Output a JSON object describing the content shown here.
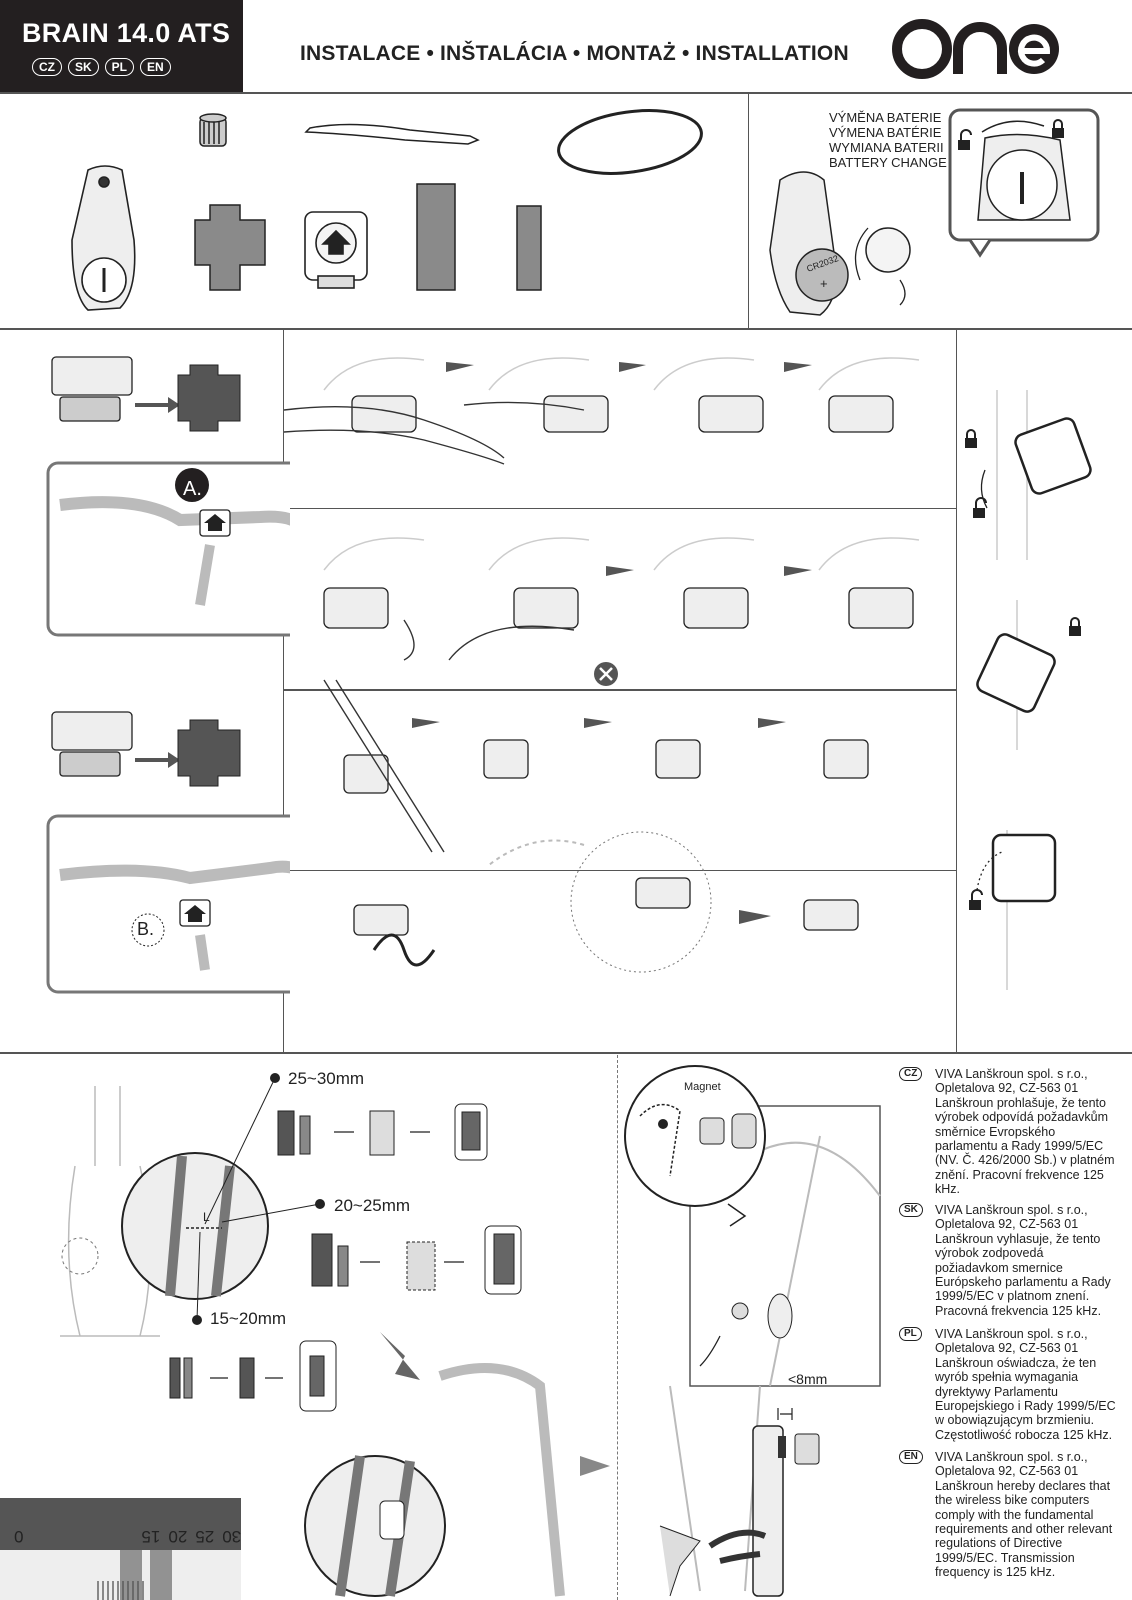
{
  "header": {
    "product_title": "BRAIN 14.0 ATS",
    "languages": [
      "CZ",
      "SK",
      "PL",
      "EN"
    ],
    "main_title": "INSTALACE • INŠTALÁCIA • MONTAŻ • INSTALLATION",
    "logo_text": "one"
  },
  "battery": {
    "lines": [
      "VÝMĚNA BATERIE",
      "VÝMENA BATÉRIE",
      "WYMIANA BATERII",
      "BATTERY CHANGE"
    ],
    "cell_label": "CR2032",
    "cell_sign": "+"
  },
  "mounting": {
    "option_a": "A.",
    "option_b": "B."
  },
  "sensor": {
    "dim_1": "25~30mm",
    "dim_2": "20~25mm",
    "dim_3": "15~20mm",
    "magnet_label": "Magnet",
    "gap_label": "<8mm",
    "l_label": "L",
    "ruler_labels": [
      "30",
      "25",
      "20",
      "15",
      "0"
    ]
  },
  "declarations": [
    {
      "lang": "CZ",
      "text": "VIVA Lanškroun spol. s r.o., Opletalova 92, CZ-563 01 Lanškroun prohlašuje, že tento výrobek odpovídá požadavkům směrnice Evropského parlamentu a Rady 1999/5/EC (NV. Č. 426/2000 Sb.) v platném znění. Pracovní frekvence 125 kHz."
    },
    {
      "lang": "SK",
      "text": "VIVA Lanškroun spol. s r.o., Opletalova 92, CZ-563 01 Lanškroun vyhlasuje, že tento výrobok zodpovedá požiadavkom smernice Európskeho parlamentu a Rady 1999/5/EC v platnom znení. Pracovná frekvencia 125 kHz."
    },
    {
      "lang": "PL",
      "text": "VIVA Lanškroun spol. s r.o., Opletalova 92, CZ-563 01 Lanškroun oświadcza, że ten wyrób spełnia wymagania dyrektywy Parlamentu Europejskiego i Rady 1999/5/EC w obowiązującym brzmieniu. Częstotliwość robocza 125 kHz."
    },
    {
      "lang": "EN",
      "text": "VIVA Lanškroun spol. s r.o., Opletalova 92, CZ-563 01 Lanškroun hereby declares that the wireless bike computers comply with the fundamental requirements and other relevant regulations of Directive 1999/5/EC. Transmission frequency is 125 kHz."
    }
  ]
}
